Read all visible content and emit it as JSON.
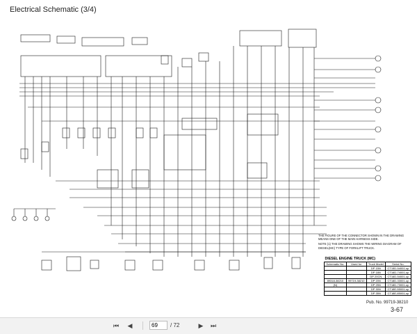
{
  "document": {
    "title": "Electrical Schematic (3/4)",
    "notes": [
      "THE FIGURE OF THE CONNECTOR SHOWN IN THE DRAWING MEANS ONE OF THE MAIN HARNESS SIDE.",
      "NOTE (1) THE DRAWING SHOWS THE WIRING DIAGRAM OF DIESEL(MC) TYPE OF FORKLIFT TRUCK."
    ],
    "table": {
      "caption": "DIESEL ENGINE TRUCK (MC)",
      "headers": [
        "Schematic No.",
        "Used for",
        "Truck Model",
        "Serial No."
      ],
      "rows": [
        [
          "",
          "",
          "DP 15N",
          "CT15D-54001-up"
        ],
        [
          "",
          "",
          "DP 18N",
          "CT16D-74001-up"
        ],
        [
          "",
          "",
          "DP 20CN",
          "CT16D-54001-up"
        ],
        [
          "89318-38210",
          "99719-38210",
          "DP 20N",
          "CT18D-33001-up"
        ],
        [
          "(N)",
          "",
          "DP 25N",
          "CT18D-73001-up"
        ],
        [
          "",
          "",
          "DP 30N",
          "CT18E-55001-up"
        ],
        [
          "",
          "",
          "DP 35N",
          "CT18E-85001-up"
        ]
      ]
    },
    "pub": "Pub. No. 99719-38210",
    "page_number": "3-67"
  },
  "viewer": {
    "current_page": "69",
    "total_pages": "/ 72",
    "icons": [
      "first-page-icon",
      "prev-page-icon",
      "next-page-icon",
      "last-page-icon"
    ]
  },
  "colors": {
    "line": "#1a1a1a",
    "toolbar_bg": "#f2f2f2",
    "page_bg": "#ffffff"
  }
}
